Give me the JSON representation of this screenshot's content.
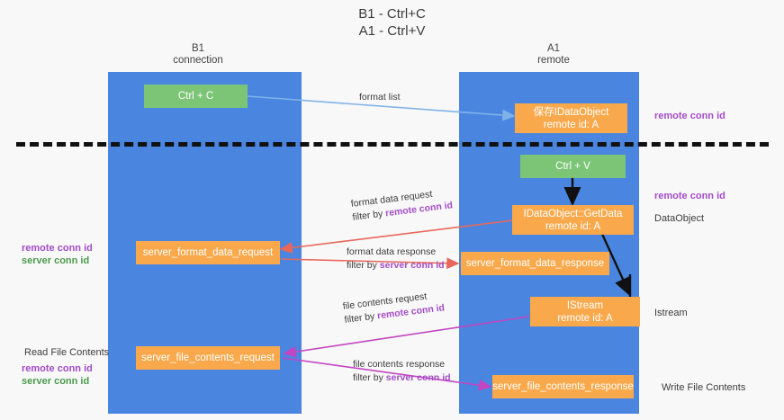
{
  "title": {
    "line1": "B1 - Ctrl+C",
    "line2": "A1 - Ctrl+V"
  },
  "lanes": [
    {
      "id": "b1",
      "name": "B1",
      "role": "connection"
    },
    {
      "id": "a1",
      "name": "A1",
      "role": "remote"
    }
  ],
  "nodes": {
    "ctrl_c": {
      "line1": "Ctrl + C",
      "line2": ""
    },
    "save_idataobject": {
      "line1": "保存IDataObject",
      "line2": "remote id: A"
    },
    "ctrl_v": {
      "line1": "Ctrl + V",
      "line2": ""
    },
    "getdata": {
      "line1": "IDataObject::GetData",
      "line2": "remote id: A"
    },
    "server_format_data_request": {
      "line1": "server_format_data_request",
      "line2": ""
    },
    "server_format_data_response": {
      "line1": "server_format_data_response",
      "line2": ""
    },
    "istream": {
      "line1": "IStream",
      "line2": "remote id: A"
    },
    "server_file_contents_request": {
      "line1": "server_file_contents_request",
      "line2": ""
    },
    "server_file_contents_response": {
      "line1": "server_file_contents_response",
      "line2": ""
    }
  },
  "edge_labels": {
    "format_list": {
      "line1": "format list",
      "filter_prefix": "",
      "filter_key": ""
    },
    "format_data_request": {
      "line1": "format data request",
      "filter_prefix": "filter by ",
      "filter_key": "remote conn id"
    },
    "format_data_response": {
      "line1": "format data response",
      "filter_prefix": "filter by ",
      "filter_key": "server conn id"
    },
    "file_contents_request": {
      "line1": "file contents request",
      "filter_prefix": "filter by ",
      "filter_key": "remote conn id"
    },
    "file_contents_response": {
      "line1": "file contents response",
      "filter_prefix": "filter by ",
      "filter_key": "server conn id"
    }
  },
  "annotations": {
    "right_remote_conn_id_top": "remote conn id",
    "right_remote_conn_id_mid": "remote conn id",
    "right_dataobject": "DataObject",
    "right_istream": "Istream",
    "right_write_file_contents": "Write File Contents",
    "left_mid_remote_conn_id": "remote conn id",
    "left_mid_server_conn_id": "server conn id",
    "left_read_file_contents": "Read File Contents",
    "left_bottom_remote_conn_id": "remote conn id",
    "left_bottom_server_conn_id": "server conn id"
  },
  "colors": {
    "lane": "#4a86e0",
    "node_green": "#7cc576",
    "node_orange": "#f9a94c",
    "accent_purple": "#a24cc6",
    "accent_green": "#4c9a4c",
    "edge_blue": "#7fb3e8",
    "edge_red": "#e8675a",
    "edge_magenta": "#c245c2",
    "edge_black": "#111111",
    "divider": "#111111"
  }
}
